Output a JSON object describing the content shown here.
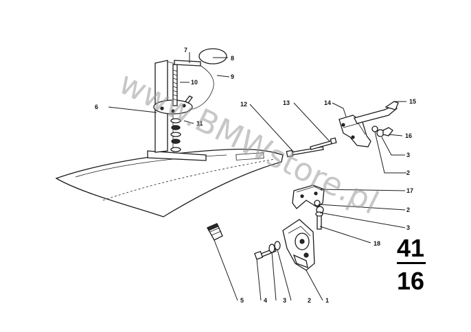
{
  "watermark": "www.BMWstore.pl",
  "group": {
    "top": "41",
    "bottom": "16"
  },
  "callouts": {
    "c1": "1",
    "c2a": "2",
    "c2b": "2",
    "c2c": "2",
    "c3a": "3",
    "c3b": "3",
    "c3c": "3",
    "c4": "4",
    "c5": "5",
    "c6": "6",
    "c7": "7",
    "c8": "8",
    "c9": "9",
    "c10": "10",
    "c11": "11",
    "c12": "12",
    "c13": "13",
    "c14": "14",
    "c15": "15",
    "c16": "16",
    "c17": "17",
    "c18": "18"
  }
}
